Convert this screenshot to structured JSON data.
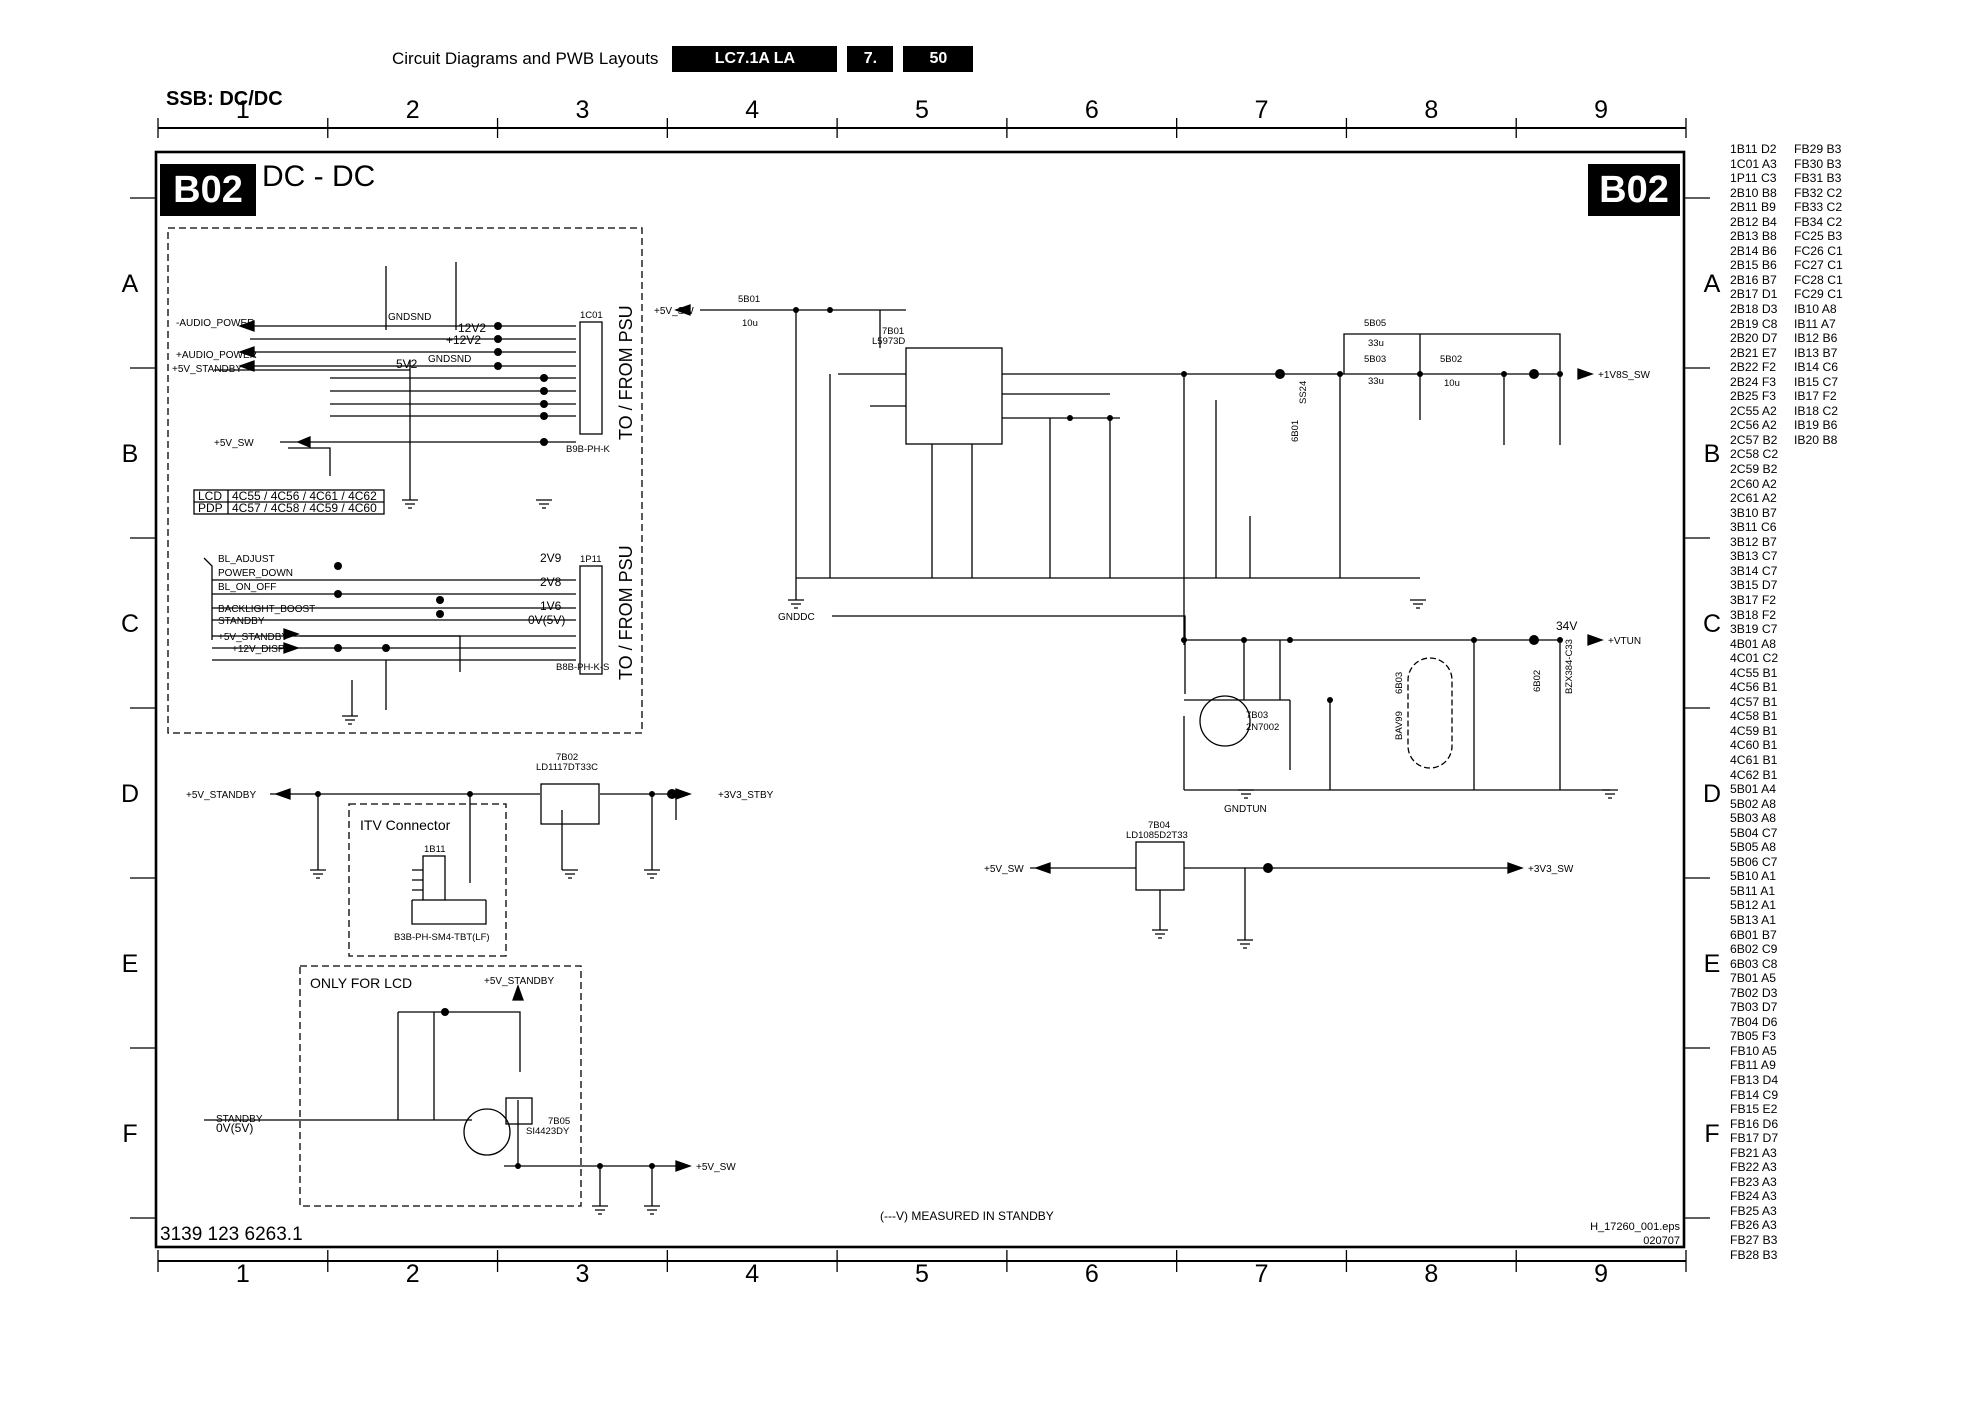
{
  "header": {
    "title": "Circuit Diagrams and PWB Layouts",
    "model": "LC7.1A LA",
    "chapter": "7.",
    "page": "50"
  },
  "section_title": "SSB: DC/DC",
  "sheet": {
    "code": "B02",
    "title": "DC - DC",
    "doc_number": "3139 123 6263.1",
    "file": "H_17260_001.eps",
    "date": "020707",
    "note": "(---V) MEASURED IN STANDBY"
  },
  "grid": {
    "columns": [
      "1",
      "2",
      "3",
      "4",
      "5",
      "6",
      "7",
      "8",
      "9"
    ],
    "rows": [
      "A",
      "B",
      "C",
      "D",
      "E",
      "F"
    ]
  },
  "blocks": {
    "itv": "ITV Connector",
    "only_lcd": "ONLY FOR LCD",
    "psu_connector": "TO / FROM PSU",
    "lcd_row": [
      "LCD",
      "4C55 / 4C56 / 4C61 / 4C62"
    ],
    "pdp_row": [
      "PDP",
      "4C57 / 4C58 / 4C59 / 4C60"
    ]
  },
  "signals": {
    "audio_power_neg": "-AUDIO_POWER",
    "audio_power_pos": "+AUDIO_POWER",
    "v5_standby": "+5V_STANDBY",
    "v5_sw": "+5V_SW",
    "bl_adjust": "BL_ADJUST",
    "power_down": "POWER_DOWN",
    "bl_on_off": "BL_ON_OFF",
    "backlight_boost": "BACKLIGHT_BOOST",
    "standby": "STANDBY",
    "v12_disp": "+12V_DISP",
    "v3v3_stby": "+3V3_STBY",
    "v1v8s_sw": "+1V8S_SW",
    "vtun": "+VTUN",
    "v3v3_sw": "+3V3_SW",
    "gndsnd": "GNDSND",
    "gnddc": "GNDDC",
    "gndtun": "GNDTUN",
    "v12a": "12V2",
    "v12b": "+12V2",
    "v5v2": "5V2",
    "v2v9": "2V9",
    "v2v8": "2V8",
    "v1v6": "1V6",
    "v0v5": "0V(5V)",
    "v34": "34V"
  },
  "components": {
    "c1c01": "1C01",
    "c1p11": "1P11",
    "b9b": "B9B-PH-K",
    "b8b": "B8B-PH-K-S",
    "c7b01": "7B01",
    "c7b01p": "L5973D",
    "c7b02": "7B02",
    "c7b02p": "LD1117DT33C",
    "c7b03": "7B03",
    "c7b03p": "2N7002",
    "c7b04": "7B04",
    "c7b04p": "LD1085D2T33",
    "c7b05": "7B05",
    "c7b05p": "SI4423DY",
    "c1b11": "1B11",
    "c1b11p": "B3B-PH-SM4-TBT(LF)",
    "c5b01": "5B01",
    "c5b01v": "10u",
    "c5b02": "5B02",
    "c5b02v": "10u",
    "c5b03": "5B03",
    "c5b03v": "33u",
    "c5b05": "5B05",
    "c5b05v": "33u",
    "c6b01": "6B01",
    "c6b01p": "SS24",
    "c6b02": "6B02",
    "c6b02p": "BZX384-C33",
    "c6b03": "6B03",
    "c6b03p": "BAV99"
  },
  "index": [
    [
      "1B11 D2",
      "1C01 A3",
      "1P11 C3",
      "2B10 B8",
      "2B11 B9",
      "2B12 B4",
      "2B13 B8",
      "2B14 B6",
      "2B15 B6",
      "2B16 B7",
      "2B17 D1",
      "2B18 D3",
      "2B19 C8",
      "2B20 D7",
      "2B21 E7",
      "2B22 F2",
      "2B24 F3",
      "2B25 F3",
      "2C55 A2",
      "2C56 A2",
      "2C57 B2",
      "2C58 C2",
      "2C59 B2",
      "2C60 A2",
      "2C61 A2",
      "3B10 B7",
      "3B11 C6",
      "3B12 B7",
      "3B13 C7",
      "3B14 C7",
      "3B15 D7",
      "3B17 F2",
      "3B18 F2",
      "3B19 C7",
      "4B01 A8",
      "4C01 C2",
      "4C55 B1",
      "4C56 B1",
      "4C57 B1",
      "4C58 B1",
      "4C59 B1",
      "4C60 B1",
      "4C61 B1",
      "4C62 B1",
      "5B01 A4",
      "5B02 A8",
      "5B03 A8",
      "5B04 C7",
      "5B05 A8",
      "5B06 C7",
      "5B10 A1",
      "5B11 A1",
      "5B12 A1",
      "5B13 A1",
      "6B01 B7",
      "6B02 C9",
      "6B03 C8",
      "7B01 A5",
      "7B02 D3",
      "7B03 D7",
      "7B04 D6",
      "7B05 F3",
      "FB10 A5",
      "FB11 A9",
      "FB13 D4",
      "FB14 C9",
      "FB15 E2",
      "FB16 D6",
      "FB17 D7",
      "FB21 A3",
      "FB22 A3",
      "FB23 A3",
      "FB24 A3",
      "FB25 A3",
      "FB26 A3",
      "FB27 B3",
      "FB28 B3"
    ],
    [
      "FB29 B3",
      "FB30 B3",
      "FB31 B3",
      "FB32 C2",
      "FB33 C2",
      "FB34 C2",
      "FC25 B3",
      "FC26 C1",
      "FC27 C1",
      "FC28 C1",
      "FC29 C1",
      "IB10 A8",
      "IB11 A7",
      "IB12 B6",
      "IB13 B7",
      "IB14 C6",
      "IB15 C7",
      "IB17 F2",
      "IB18 C2",
      "IB19 B6",
      "IB20 B8"
    ]
  ]
}
